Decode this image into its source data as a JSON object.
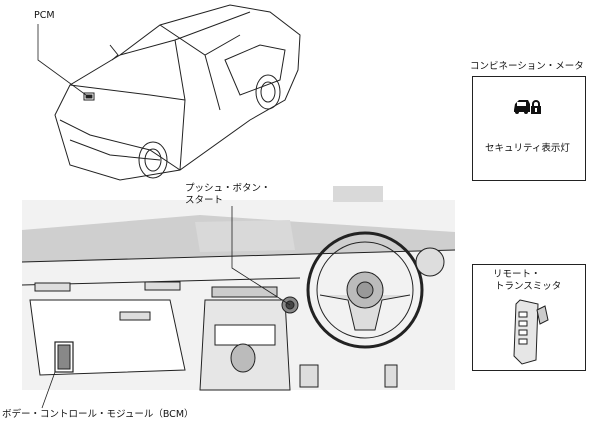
{
  "labels": {
    "pcm": "PCM",
    "push_button_line1": "プッシュ・ボタン・",
    "push_button_line2": "スタート",
    "bcm": "ボデー・コントロール・モジュール（BCM）",
    "combination_meter_title": "コンビネーション・メータ",
    "security_indicator": "セキュリティ表示灯",
    "remote_line1": "リモート・",
    "remote_line2": "トランスミッタ"
  },
  "icons": {
    "security": "car-with-padlock-icon"
  },
  "colors": {
    "line": "#222222",
    "shade": "#d9d9d9",
    "panel": "#f2f2f2"
  }
}
